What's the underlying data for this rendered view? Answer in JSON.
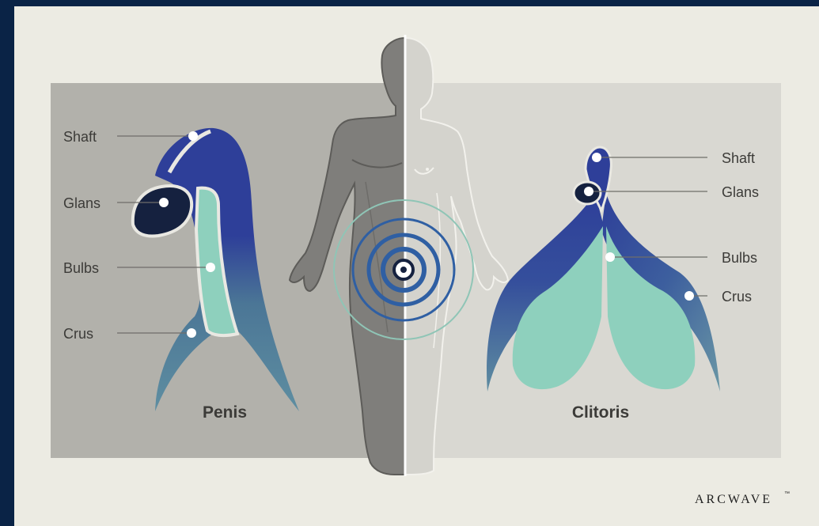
{
  "colors": {
    "frame": "#0a2346",
    "paper": "#ecebe3",
    "panel_left": "#b2b1ab",
    "panel_right": "#d9d8d2",
    "shaft_navy": "#2e3f99",
    "glans_dark": "#15213f",
    "bulb_mint": "#8ed0bd",
    "crus_teal": "#5e8da0",
    "body_male": "#7f7e7b",
    "body_female": "#d4d3cd",
    "target_ring": "#2f5fa3",
    "leader_line": "#6f6e6a"
  },
  "penis": {
    "title": "Penis",
    "labels": {
      "shaft": "Shaft",
      "glans": "Glans",
      "bulbs": "Bulbs",
      "crus": "Crus"
    }
  },
  "clitoris": {
    "title": "Clitoris",
    "labels": {
      "shaft": "Shaft",
      "glans": "Glans",
      "bulbs": "Bulbs",
      "crus": "Crus"
    }
  },
  "brand": {
    "name": "ARCWAVE",
    "trademark": "™"
  },
  "icons": {
    "male_body": "male-silhouette-icon",
    "female_body": "female-silhouette-icon",
    "target": "concentric-target-icon"
  }
}
